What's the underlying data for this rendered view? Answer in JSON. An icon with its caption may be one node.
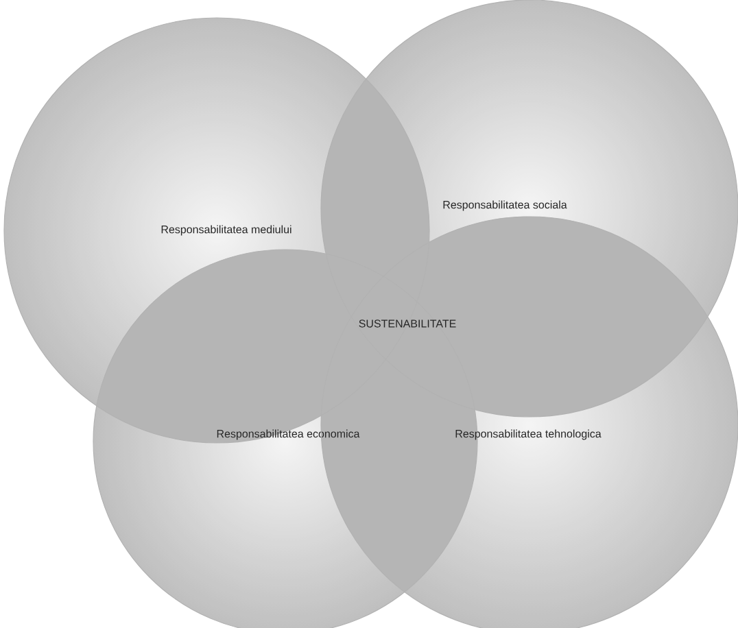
{
  "diagram": {
    "nodes": [
      {
        "text": [
          "Responsabilitatea mediului"
        ]
      },
      {
        "text": [
          "Responsabilitatea sociala"
        ]
      },
      {
        "text": [
          "Responsabilitatea economica"
        ]
      },
      {
        "text": [
          "Responsabilitatea tehnologica"
        ]
      }
    ],
    "labels": [
      "SUSTENABILITATE"
    ]
  }
}
